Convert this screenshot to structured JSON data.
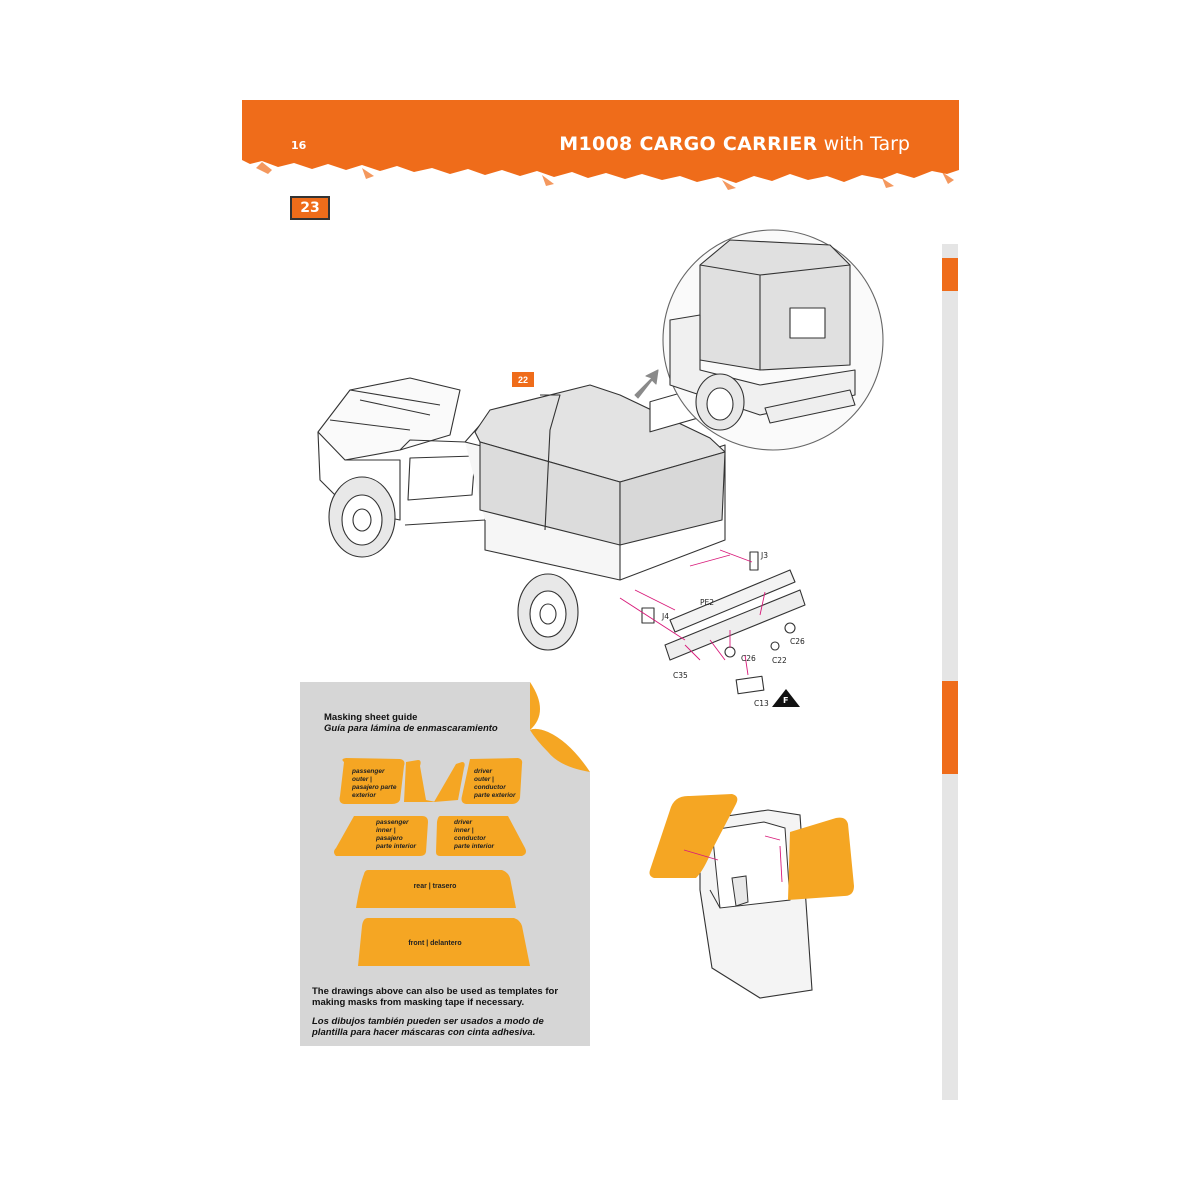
{
  "header": {
    "page_number": "16",
    "title_main": "M1008 CARGO CARRIER",
    "title_sub": "with Tarp",
    "accent_color": "#ef6c1a"
  },
  "step": {
    "number": "23",
    "reference_step": "22"
  },
  "parts": {
    "j3": "J3",
    "j4": "J4",
    "pe2": "PE2",
    "c26_a": "C26",
    "c26_b": "C26",
    "c22": "C22",
    "c35": "C35",
    "c13": "C13",
    "section_marker": "F"
  },
  "masking_guide": {
    "title": "Masking sheet guide",
    "title_es": "Guía para lámina de enmascaramiento",
    "shapes": {
      "passenger_outer": [
        "passenger",
        "outer |",
        "pasajero parte",
        "exterior"
      ],
      "driver_outer": [
        "driver",
        "outer |",
        "conductor",
        "parte exterior"
      ],
      "passenger_inner": [
        "passenger",
        "inner |",
        "pasajero",
        "parte interior"
      ],
      "driver_inner": [
        "driver",
        "inner |",
        "conductor",
        "parte interior"
      ],
      "rear": "rear | trasero",
      "front": "front | delantero"
    },
    "note_en": "The drawings above can also be used as templates for making masks from masking tape if necessary.",
    "note_es": "Los dibujos también pueden ser usados a modo de plantilla para hacer máscaras con cinta adhesiva.",
    "mask_color": "#f5a623"
  },
  "icons": [
    "arrow-right-icon",
    "triangle-marker-icon"
  ]
}
